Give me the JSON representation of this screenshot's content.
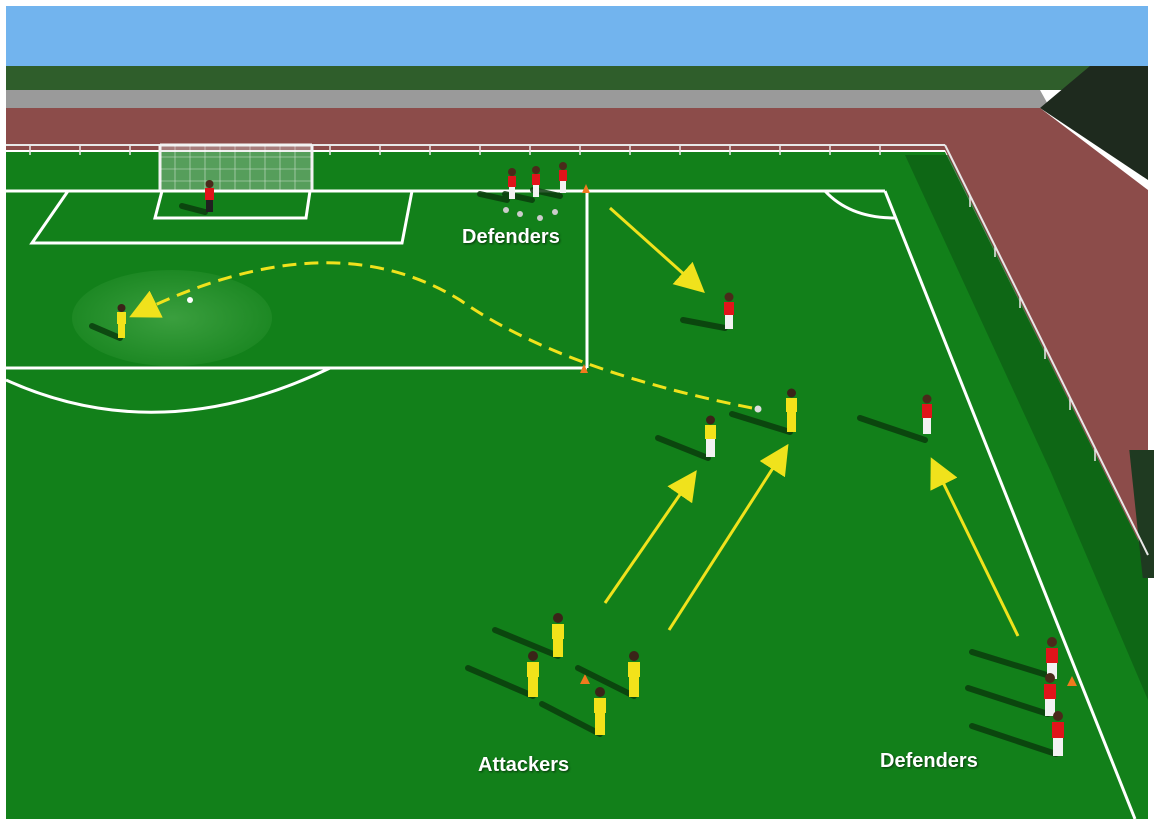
{
  "labels": {
    "defenders_top": "Defenders",
    "attackers": "Attackers",
    "defenders_right": "Defenders"
  },
  "colors": {
    "sky": "#72b4ee",
    "grass": "#12801a",
    "track": "#8c4c4a",
    "team_attack": "#f2e21a",
    "team_defend": "#e0141a",
    "arrow": "#f0e21c",
    "line": "#ffffff"
  },
  "icons": [
    "goal-icon",
    "cone-icon",
    "ball-icon",
    "player-icon",
    "arrow-icon"
  ]
}
